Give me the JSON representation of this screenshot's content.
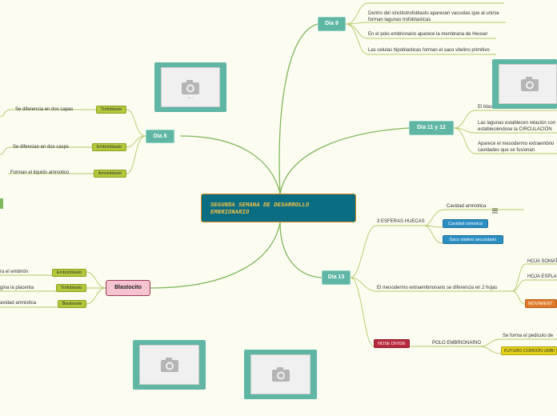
{
  "central": "SEGUNDA SEMANA DE DESARROLLO EMBRIONARIO",
  "dia9": {
    "label": "Dia 9",
    "notes": [
      "Dentro del sincitiotrofoblasto aparecen vacuolas que al unirse forman lagunas trofoblasticas",
      "En el polo embrionario aparece la membrana de Heuser",
      "Las celulas hipoblasticas forman el saco vitelino primitivo"
    ]
  },
  "dia8": {
    "label": "Dia 8",
    "items": [
      {
        "tag": "Trofoblasto",
        "note": "Se diferencia en dos capas"
      },
      {
        "tag": "Embrioblasto",
        "note": "Se difencian en dos casps"
      },
      {
        "tag": "Amnioblasto",
        "note": "Forman el liquido amniotico"
      }
    ]
  },
  "dia1112": {
    "label": "Dia 11 y 12",
    "notes": [
      "El blas",
      "Las lagunas establecen relación con establecièndose la CIRCULACIÓN UT",
      "Aparece el mesodermo extraembrio cavidades que se fusionan"
    ]
  },
  "blastocito": {
    "label": "Blastocito",
    "items": [
      {
        "tag": "Embrioblasto",
        "note": "ra el embrión"
      },
      {
        "tag": "Trofoblasto",
        "note": "gina la placenta"
      },
      {
        "tag": "Blastocele",
        "note": "avidad amniotica"
      }
    ]
  },
  "dia13": {
    "label": "Dia 13",
    "esferas_label": "3 ESFERAS HUECAS",
    "esferas": [
      {
        "label": "Cavidad amniotica",
        "style": "plain"
      },
      {
        "label": "Cavidad corionica",
        "style": "blue"
      },
      {
        "label": "Saco vitelino secundario",
        "style": "blue"
      }
    ],
    "mesodermo_label": "El mesodermo extraembrionario se diferencia en 2 hojas",
    "hojas": [
      {
        "label": "HOJA SOMAT",
        "style": "plain"
      },
      {
        "label": "HOJA ESPLAC",
        "style": "plain"
      },
      {
        "label": "MOVIMIENT",
        "style": "orange"
      }
    ],
    "nose_divide": "NOSE DIVIDE",
    "polo_label": "POLO EMBRIONARIO",
    "polo_items": [
      {
        "label": "Se forma el pediculo de",
        "style": "plain"
      },
      {
        "label": "FUTURO CORDÓN UMBI",
        "style": "yellow"
      }
    ]
  },
  "icons": {
    "menu": "list-icon",
    "photo": "camera-icon"
  },
  "colors": {
    "branch": "#7fb85c",
    "central_bg": "#0b6d82",
    "topic": "#5fb6a5"
  }
}
